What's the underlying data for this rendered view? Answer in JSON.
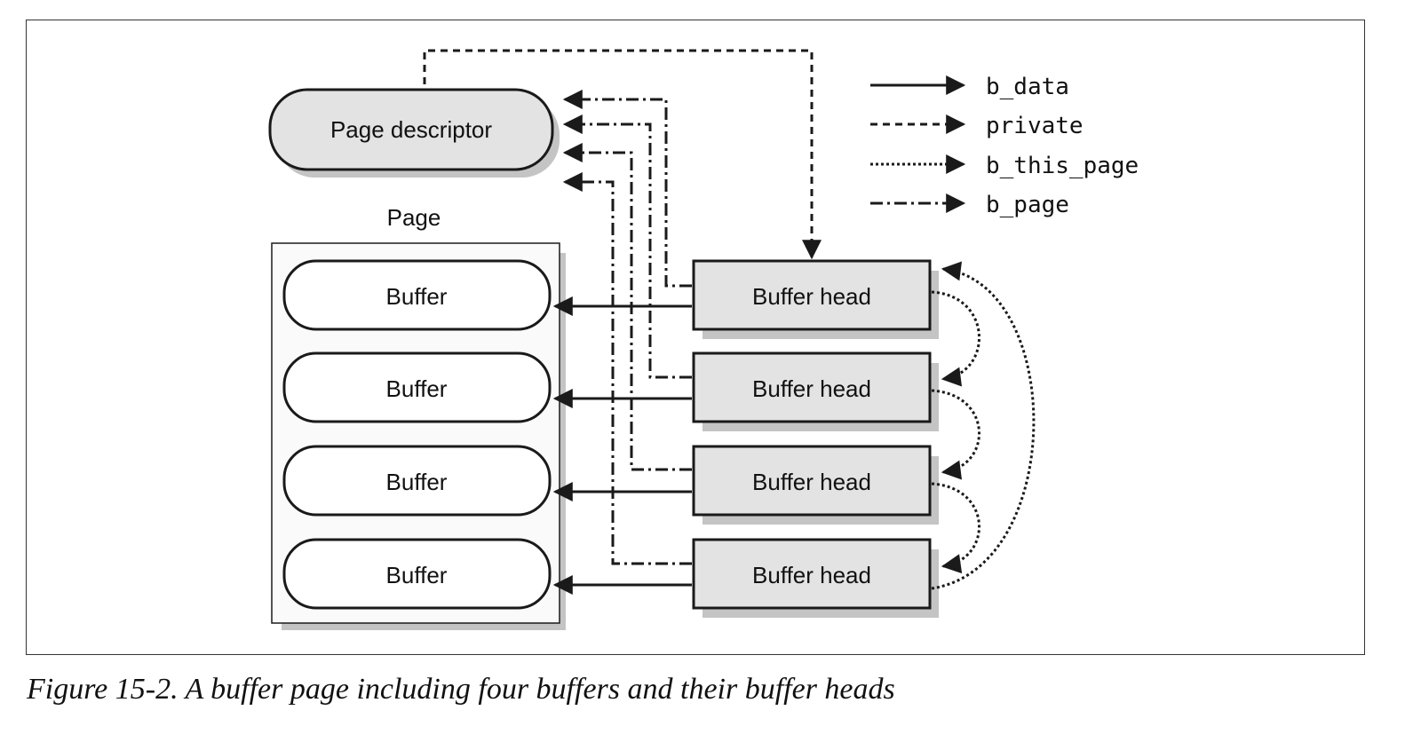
{
  "diagram": {
    "page_descriptor_label": "Page descriptor",
    "page_label": "Page",
    "buffers": [
      "Buffer",
      "Buffer",
      "Buffer",
      "Buffer"
    ],
    "buffer_heads": [
      "Buffer head",
      "Buffer head",
      "Buffer head",
      "Buffer head"
    ],
    "legend": [
      {
        "label": "b_data",
        "style": "solid"
      },
      {
        "label": "private",
        "style": "dashed"
      },
      {
        "label": "b_this_page",
        "style": "dotted"
      },
      {
        "label": "b_page",
        "style": "dash-dot"
      }
    ],
    "colors": {
      "node_fill": "#e3e3e3",
      "buffer_fill": "#ffffff",
      "stroke": "#1a1a1a",
      "shadow": "#c4c4c4"
    }
  },
  "caption": "Figure 15-2. A buffer page including four buffers and their buffer heads"
}
